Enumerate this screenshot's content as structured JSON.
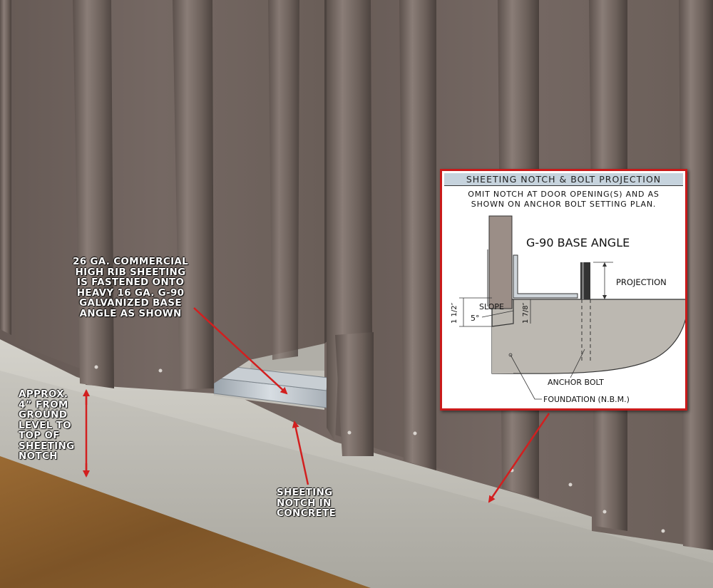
{
  "callouts": {
    "sheeting": [
      "26 GA. COMMERCIAL",
      "HIGH RIB SHEETING",
      "IS FASTENED ONTO",
      "HEAVY 16 GA. G-90",
      "GALVANIZED BASE",
      "ANGLE AS SHOWN"
    ],
    "approx": [
      "APPROX.",
      "4” FROM",
      "GROUND",
      "LEVEL TO",
      "TOP OF",
      "SHEETING",
      "NOTCH"
    ],
    "notch": [
      "SHEETING",
      "NOTCH IN",
      "CONCRETE"
    ]
  },
  "detail": {
    "title": "SHEETING NOTCH & BOLT PROJECTION",
    "note": [
      "OMIT NOTCH AT DOOR OPENING(S) AND AS",
      "SHOWN ON ANCHOR BOLT SETTING PLAN."
    ],
    "base_angle_label": "G-90 BASE ANGLE",
    "projection_label": "PROJECTION",
    "slope_label": "SLOPE",
    "slope_angle": "5°",
    "dim_left": "1 1/2″",
    "dim_right": "1 7/8″",
    "anchor_bolt_label": "ANCHOR BOLT",
    "foundation_label": "FOUNDATION (N.B.M.)"
  },
  "colors": {
    "wall": "#6f625c",
    "concrete": "#bdbbb4",
    "soil": "#8a5e2c",
    "arrow": "#d21f1f",
    "detail_border": "#c91a1a",
    "detail_title_bg": "#c6d3dd"
  }
}
